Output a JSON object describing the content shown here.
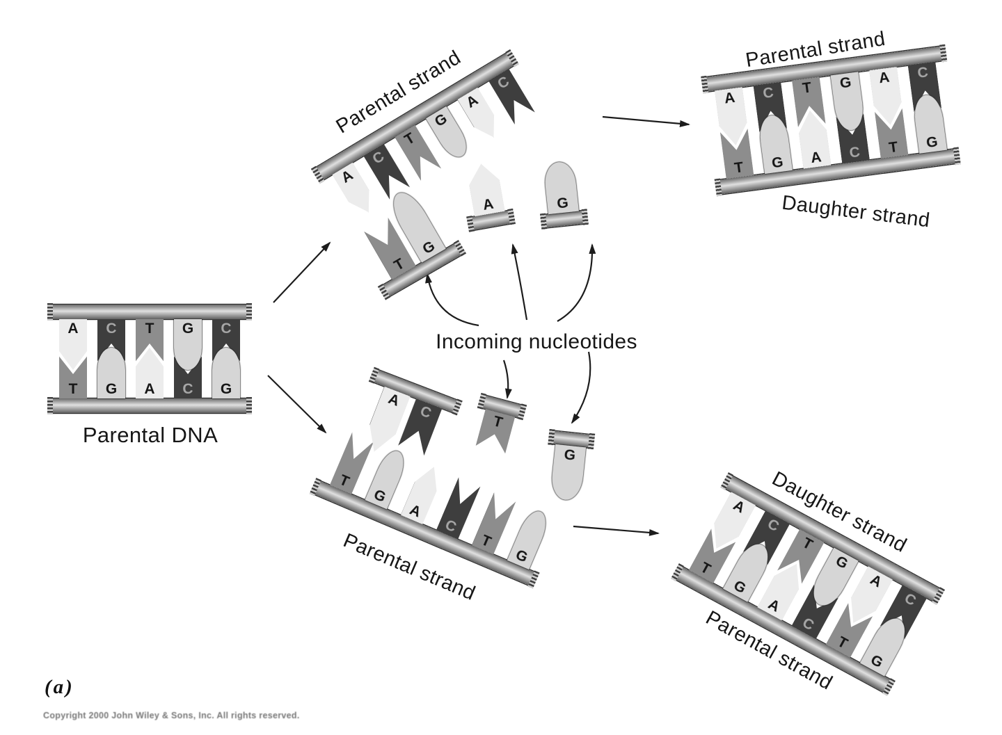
{
  "labels": {
    "parental_dna": "Parental DNA",
    "parental_strand": "Parental strand",
    "daughter_strand": "Daughter strand",
    "incoming": "Incoming nucleotides"
  },
  "footer": {
    "panel": "(a)",
    "copyright": "Copyright 2000 John Wiley & Sons, Inc. All rights reserved."
  },
  "colors": {
    "base_A": "#ececec",
    "base_T": "#8d8d8d",
    "base_G": "#d6d6d6",
    "base_C": "#3e3e3e",
    "letter": "#161616",
    "letter_on_dark": "#a6a6a6",
    "arrow": "#1c1c1c"
  },
  "dna": {
    "parental_dna": {
      "label": "Parental DNA",
      "top": [
        "A",
        "C",
        "T",
        "G",
        "C"
      ],
      "bottom": [
        "T",
        "G",
        "A",
        "C",
        "G"
      ]
    },
    "top_strand": {
      "label": "Parental strand",
      "bases": [
        "A",
        "C",
        "T",
        "G",
        "A",
        "C"
      ]
    },
    "bottom_strand": {
      "label": "Parental strand",
      "bases": [
        "T",
        "G",
        "A",
        "C",
        "T",
        "G"
      ]
    },
    "top_duplex": {
      "top_label": "Parental strand",
      "bottom_label": "Daughter strand",
      "top": [
        "A",
        "C",
        "T",
        "G",
        "A",
        "C"
      ],
      "bottom": [
        "T",
        "G",
        "A",
        "C",
        "T",
        "G"
      ]
    },
    "bottom_duplex": {
      "top_label": "Daughter strand",
      "bottom_label": "Parental strand",
      "top": [
        "A",
        "C",
        "T",
        "G",
        "A",
        "C"
      ],
      "bottom": [
        "T",
        "G",
        "A",
        "C",
        "T",
        "G"
      ]
    },
    "incoming_top": {
      "pair": [
        "T",
        "G"
      ],
      "single_1": [
        "A"
      ],
      "single_2": [
        "G"
      ]
    },
    "incoming_bottom": {
      "pair": [
        "A",
        "C"
      ],
      "single_1": [
        "T"
      ],
      "single_2": [
        "G"
      ]
    }
  }
}
